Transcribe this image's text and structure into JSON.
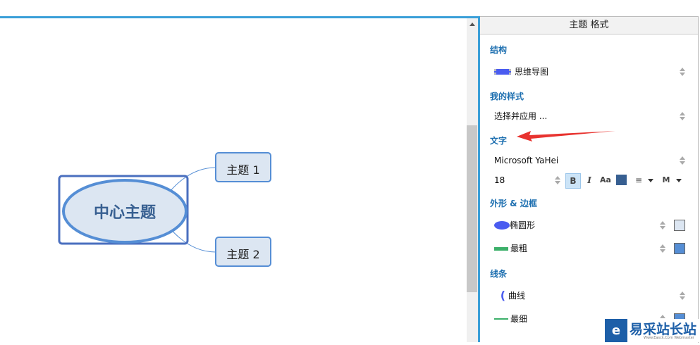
{
  "canvas": {
    "central": "中心主题",
    "topic1": "主题 1",
    "topic2": "主题 2"
  },
  "panel": {
    "title": "主题 格式",
    "structure": {
      "label": "结构",
      "value": "思维导图"
    },
    "my_style": {
      "label": "我的样式",
      "value": "选择并应用 ..."
    },
    "text": {
      "label": "文字",
      "font": "Microsoft YaHei",
      "size": "18",
      "bold": "B",
      "italic": "I",
      "case": "Aa",
      "align": "≡",
      "more": "M",
      "color": "#375f91"
    },
    "shape": {
      "label": "外形 & 边框",
      "shape": "椭圆形",
      "shape_color": "#dce6f2",
      "border": "最粗",
      "border_color": "#558ed5"
    },
    "line": {
      "label": "线条",
      "style": "曲线",
      "width": "最细",
      "line_color": "#558ed5"
    }
  },
  "watermark": {
    "text": "易采站长站",
    "sub": "Www.Easck.Com Webmaster"
  }
}
